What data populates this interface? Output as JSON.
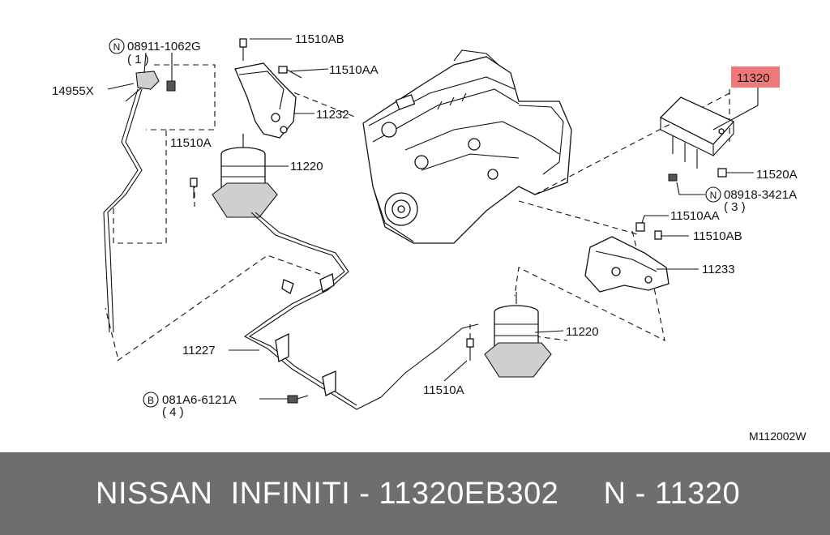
{
  "diagram": {
    "labels": {
      "l08911": "08911-1062G",
      "l08911_qty": "( 1 )",
      "l08911_prefix": "N",
      "l14955X": "14955X",
      "l11510AB_top": "11510AB",
      "l11510AA_top": "11510AA",
      "l11232": "11232",
      "l11510A_left": "11510A",
      "l11220_upper": "11220",
      "l11320": "11320",
      "l11520A": "11520A",
      "l08918": "08918-3421A",
      "l08918_qty": "( 3 )",
      "l08918_prefix": "N",
      "l11510AA_right": "11510AA",
      "l11510AB_right": "11510AB",
      "l11233": "11233",
      "l11220_lower": "11220",
      "l11227": "11227",
      "l11510A_lower": "11510A",
      "l081A6": "081A6-6121A",
      "l081A6_qty": "( 4 )",
      "l081A6_prefix": "B",
      "code": "M112002W"
    },
    "colors": {
      "highlight": "#f07878",
      "footer_bg": "#6e6e6e"
    }
  },
  "footer": {
    "text": "NISSAN  INFINITI - 11320EB302     N - 11320"
  }
}
